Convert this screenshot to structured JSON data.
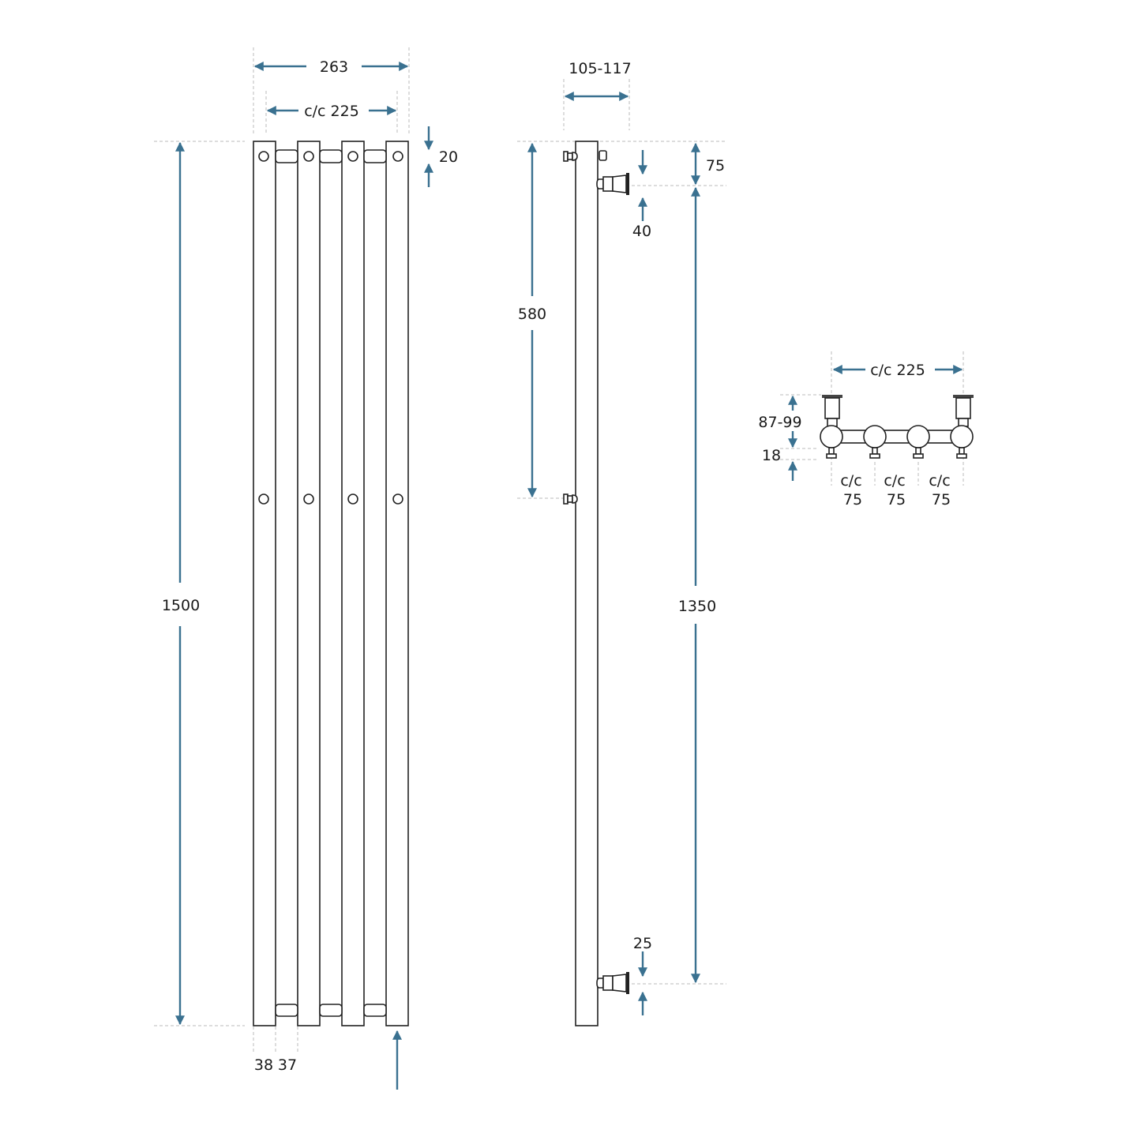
{
  "front_view": {
    "width": "263",
    "cc": "c/c 225",
    "height": "1500",
    "top_offset": "20",
    "tube_width": "38",
    "gap": "37"
  },
  "side_view": {
    "depth": "105-117",
    "bracket_spacing": "580",
    "top_to_valve": "75",
    "valve_centres": "1350",
    "valve_top": "40",
    "valve_bottom": "25"
  },
  "plan_view": {
    "cc": "c/c 225",
    "projection": "87-99",
    "valve_drop": "18",
    "cc_labels": [
      {
        "a": "c/c",
        "b": "75"
      },
      {
        "a": "c/c",
        "b": "75"
      },
      {
        "a": "c/c",
        "b": "75"
      }
    ]
  },
  "colors": {
    "dimension": "#3a7190",
    "outline": "#222222"
  }
}
